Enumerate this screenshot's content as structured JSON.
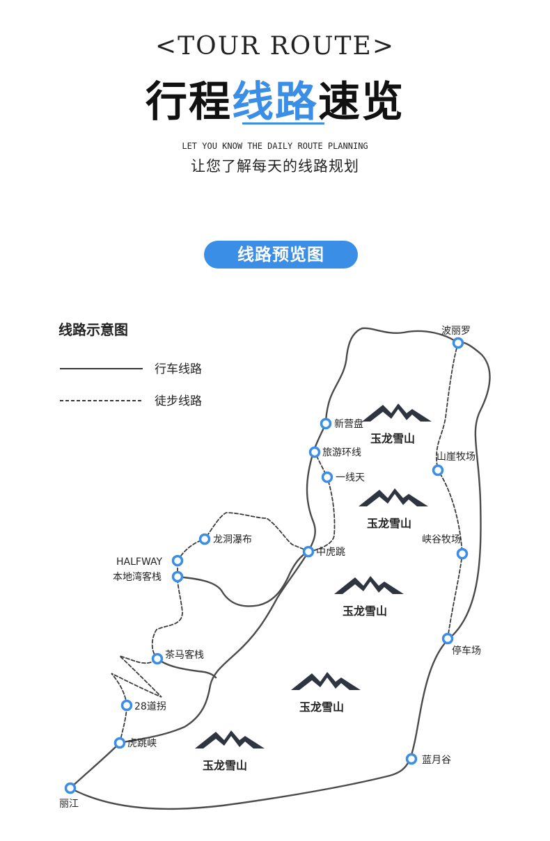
{
  "header": {
    "title_en": "<TOUR ROUTE>",
    "title_cn_part1": "行程",
    "title_cn_highlight": "线路",
    "title_cn_part2": "速览",
    "subtitle_en": "LET YOU KNOW THE DAILY ROUTE PLANNING",
    "subtitle_cn": "让您了解每天的线路规划",
    "accent_color": "#3b8ee5"
  },
  "section_pill": {
    "label": "线路预览图"
  },
  "legend": {
    "title": "线路示意图",
    "items": [
      {
        "label": "行车线路",
        "style": "solid"
      },
      {
        "label": "徒步线路",
        "style": "dashed"
      }
    ]
  },
  "places": {
    "boliluo": "波丽罗",
    "xinyingpan": "新营盘",
    "lvyouhuanxian": "旅游环线",
    "yixiantian": "一线天",
    "zhonghutiao": "中虎跳",
    "longdongpubu": "龙洞瀑布",
    "halfway": "HALFWAY",
    "bendiwan": "本地湾客栈",
    "chama": "茶马客栈",
    "daoguai28": "28道拐",
    "hutiaoxia": "虎跳峡",
    "lijiang": "丽江",
    "shanyamuchang": "山崖牧场",
    "xiagumuchang": "峡谷牧场",
    "tingchechang": "停车场",
    "lanyuegu": "蓝月谷"
  },
  "mountains": [
    "玉龙雪山",
    "玉龙雪山",
    "玉龙雪山",
    "玉龙雪山",
    "玉龙雪山"
  ],
  "icons": {
    "marker": "route-stop-marker-icon",
    "mountain": "mountain-icon"
  },
  "colors": {
    "route": "#444444",
    "marker": "#3b8ee5",
    "mountain": "#2e3440"
  }
}
